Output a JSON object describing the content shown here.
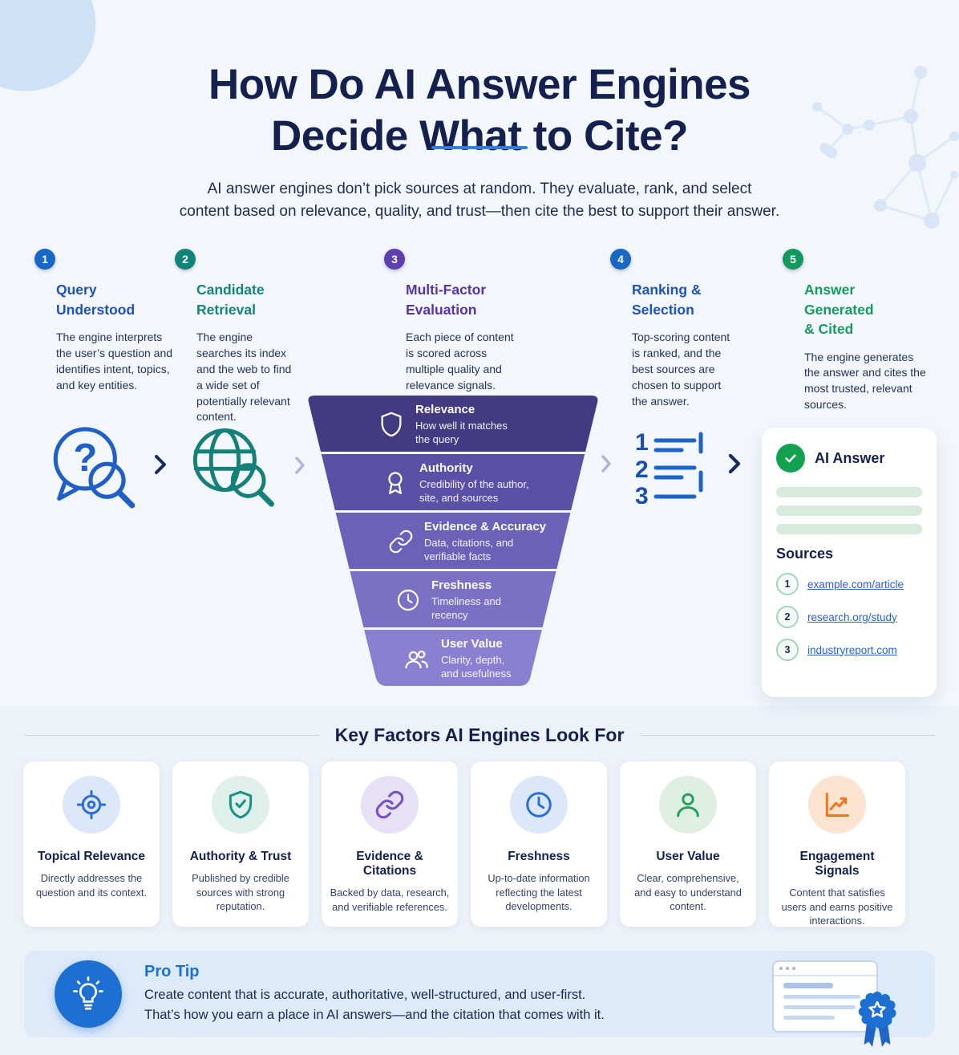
{
  "colors": {
    "page_bg": "#f3f6fb",
    "title": "#14204e",
    "accent_underline": "#2f7de1",
    "arrow_dark": "#1b2a5e",
    "arrow_light": "#b6b0dd",
    "check_green": "#12a150",
    "link_blue": "#2563c4",
    "tip_blue": "#1d6fd1"
  },
  "header": {
    "title": "How Do AI Answer Engines\nDecide What to Cite?",
    "subtitle": "AI answer engines don’t pick sources at random. They evaluate, rank, and select\ncontent based on relevance, quality, and trust—then cite the best to support their answer."
  },
  "steps": [
    {
      "num": "1",
      "circle_color": "#1767c5",
      "title_color": "#1d53bd",
      "title": "Query\nUnderstood",
      "desc": "The engine interprets the user’s question and identifies intent, topics, and key entities."
    },
    {
      "num": "2",
      "circle_color": "#128379",
      "title_color": "#12857c",
      "title": "Candidate\nRetrieval",
      "desc": "The engine searches its index and the web to find a wide set of potentially relevant content."
    },
    {
      "num": "3",
      "circle_color": "#5d3fae",
      "title_color": "#5633ab",
      "title": "Multi-Factor\nEvaluation",
      "desc": "Each piece of content is scored across multiple quality and relevance signals."
    },
    {
      "num": "4",
      "circle_color": "#1767c5",
      "title_color": "#1d53bd",
      "title": "Ranking &\nSelection",
      "desc": "Top-scoring content is ranked, and the best sources are chosen to support the answer."
    },
    {
      "num": "5",
      "circle_color": "#13995e",
      "title_color": "#139c5d",
      "title": "Answer\nGenerated\n& Cited",
      "desc": "The engine generates the answer and cites the most trusted, relevant sources."
    }
  ],
  "funnel": {
    "tiers": [
      {
        "title": "Relevance",
        "desc": "How well it matches\nthe query",
        "icon": "shield-icon",
        "color": "#443a82"
      },
      {
        "title": "Authority",
        "desc": "Credibility of the author,\nsite, and sources",
        "icon": "award-icon",
        "color": "#5a50a5"
      },
      {
        "title": "Evidence & Accuracy",
        "desc": "Data, citations, and\nverifiable facts",
        "icon": "link-icon",
        "color": "#6c61b8"
      },
      {
        "title": "Freshness",
        "desc": "Timeliness and\nrecency",
        "icon": "clock-icon",
        "color": "#7b70c4"
      },
      {
        "title": "User Value",
        "desc": "Clarity, depth,\nand usefulness",
        "icon": "users-icon",
        "color": "#8a7fd0"
      }
    ]
  },
  "answer_card": {
    "title": "AI Answer",
    "sources_label": "Sources",
    "sources": [
      {
        "num": "1",
        "url": "example.com/article"
      },
      {
        "num": "2",
        "url": "research.org/study"
      },
      {
        "num": "3",
        "url": "industryreport.com"
      }
    ]
  },
  "key_factors": {
    "heading": "Key Factors AI Engines Look For",
    "cards": [
      {
        "title": "Topical Relevance",
        "desc": "Directly addresses the question and its context.",
        "icon": "target-icon",
        "color": "#2b6fd6",
        "bg": "#dce8f9"
      },
      {
        "title": "Authority & Trust",
        "desc": "Published by credible sources with strong reputation.",
        "icon": "shield-check-icon",
        "color": "#199284",
        "bg": "#def0e9"
      },
      {
        "title": "Evidence & Citations",
        "desc": "Backed by data, research, and verifiable references.",
        "icon": "link-icon",
        "color": "#7a52c8",
        "bg": "#e6e1f4"
      },
      {
        "title": "Freshness",
        "desc": "Up-to-date information reflecting the latest developments.",
        "icon": "clock-icon",
        "color": "#2b6fd6",
        "bg": "#dce8f9"
      },
      {
        "title": "User Value",
        "desc": "Clear, comprehensive, and easy to understand content.",
        "icon": "user-icon",
        "color": "#27a05f",
        "bg": "#dff0e3"
      },
      {
        "title": "Engagement Signals",
        "desc": "Content that satisfies users and earns positive interactions.",
        "icon": "chart-up-icon",
        "color": "#f2761e",
        "bg": "#fce4d1"
      }
    ]
  },
  "pro_tip": {
    "title": "Pro Tip",
    "text": "Create content that is accurate, authoritative, well-structured, and user-first.\nThat’s how you earn a place in AI answers—and the citation that comes with it."
  }
}
